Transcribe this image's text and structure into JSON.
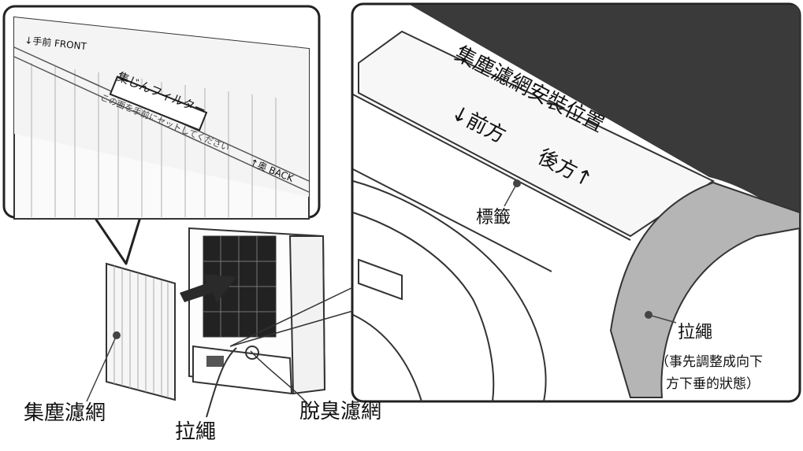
{
  "inset_left": {
    "front_mark": "↓手前 FRONT",
    "filter_badge": "集じんフィルター",
    "instruction": "この面を手前にセットしてください",
    "back_mark": "↑奥 BACK"
  },
  "inset_right": {
    "title": "集塵濾網安裝位置",
    "front": "↓前方",
    "back": "後方↑",
    "label_callout": "標籤",
    "strap_callout": "拉繩",
    "note_line1": "（事先調整成向下",
    "note_line2": "方下垂的狀態）"
  },
  "main": {
    "dust_filter": "集塵濾網",
    "pull_strap": "拉繩",
    "deodor_filter": "脫臭濾網"
  }
}
